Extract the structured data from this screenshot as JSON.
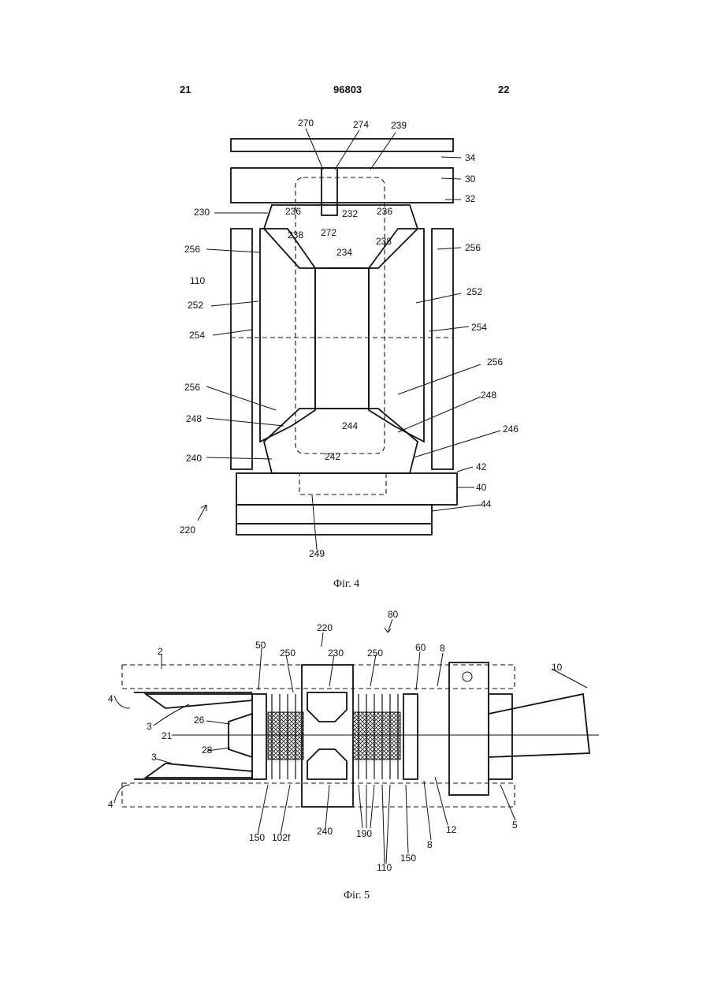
{
  "header": {
    "left_page": "21",
    "patent_number": "96803",
    "right_page": "22"
  },
  "fig4": {
    "caption": "Фіг. 4",
    "labels": [
      "270",
      "274",
      "239",
      "34",
      "30",
      "32",
      "230",
      "236",
      "232",
      "236",
      "272",
      "238",
      "238",
      "256",
      "256",
      "234",
      "110",
      "252",
      "252",
      "254",
      "254",
      "256",
      "256",
      "248",
      "248",
      "244",
      "246",
      "240",
      "242",
      "42",
      "40",
      "44",
      "220",
      "249"
    ]
  },
  "fig5": {
    "caption": "Фіг. 5",
    "labels": [
      "80",
      "220",
      "2",
      "50",
      "250",
      "230",
      "250",
      "60",
      "8",
      "10",
      "4",
      "3",
      "26",
      "21",
      "28",
      "3",
      "4",
      "150",
      "102f",
      "240",
      "190",
      "110",
      "150",
      "8",
      "12",
      "5"
    ]
  }
}
